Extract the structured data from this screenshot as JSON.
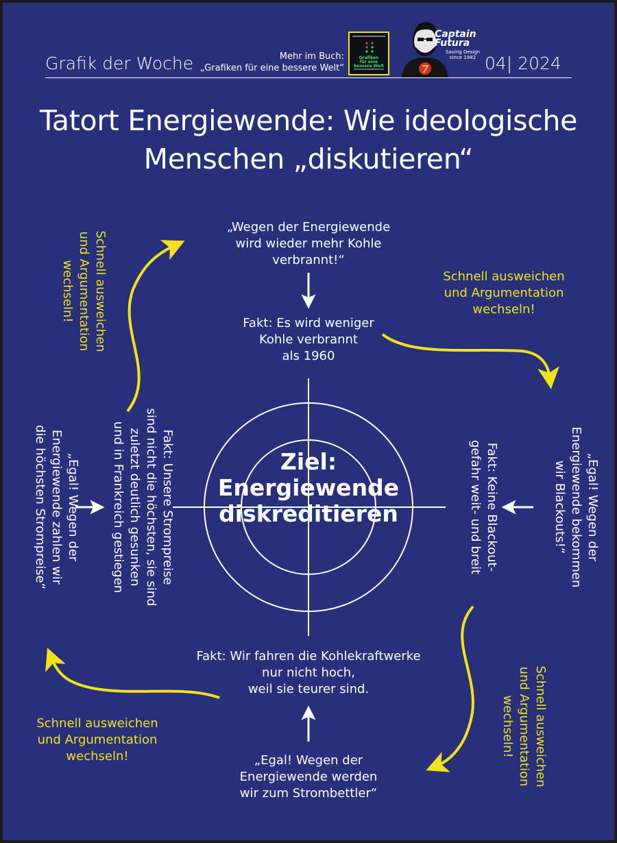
{
  "header": {
    "series_label": "Grafik der Woche",
    "book_promo_line1": "Mehr im Buch:",
    "book_promo_line2": "„Grafiken für eine bessere Welt“",
    "book_cover_title": [
      "Grafiken",
      "für eine",
      "bessere Welt"
    ],
    "logo_name_line1": "Captain",
    "logo_name_line2": "Futura",
    "logo_tagline_line1": "Saving Design",
    "logo_tagline_line2": "since 1982",
    "issue": "04| 2024"
  },
  "title": {
    "line1": "Tatort Energiewende: Wie ideologische",
    "line2": "Menschen „diskutieren“"
  },
  "goal": {
    "line1": "Ziel:",
    "line2": "Energiewende",
    "line3": "diskreditieren"
  },
  "claims": {
    "top": [
      "„Wegen der Energiewende",
      "wird wieder mehr Kohle",
      "verbrannt!“"
    ],
    "right": [
      "„Egal! Wegen der",
      "Energiewende bekommen",
      "wir Blackouts!“"
    ],
    "bottom": [
      "„Egal! Wegen der",
      "Energiewende werden",
      "wir zum Strombettler“"
    ],
    "left": [
      "„Egal! Wegen der",
      "Energiewende zahlen wir",
      "die höchsten Strompreise“"
    ]
  },
  "facts": {
    "top": [
      "Fakt: Es wird weniger",
      "Kohle verbrannt",
      "als 1960"
    ],
    "right": [
      "Fakt: Keine Blackout-",
      "gefahr weit- und breit"
    ],
    "bottom": [
      "Fakt: Wir fahren die Kohlekraftwerke",
      "nur nicht hoch,",
      "weil sie teurer sind."
    ],
    "left": [
      "Fakt: Unsere Strompreise",
      "sind nicht die höchsten, sie sind",
      "zuletzt deutlich gesunken",
      "und in Frankreich gestiegen"
    ]
  },
  "dodge": {
    "top_right": [
      "Schnell ausweichen",
      "und Argumentation",
      "wechseln!"
    ],
    "right_bottom": [
      "Schnell ausweichen",
      "und Argumentation",
      "wechseln!"
    ],
    "bottom_left": [
      "Schnell ausweichen",
      "und Argumentation",
      "wechseln!"
    ],
    "left_top": [
      "Schnell ausweichen",
      "und Argumentation",
      "wechseln!"
    ]
  },
  "colors": {
    "background": "#28307c",
    "text": "#ffffff",
    "accent": "#f2e21c"
  }
}
